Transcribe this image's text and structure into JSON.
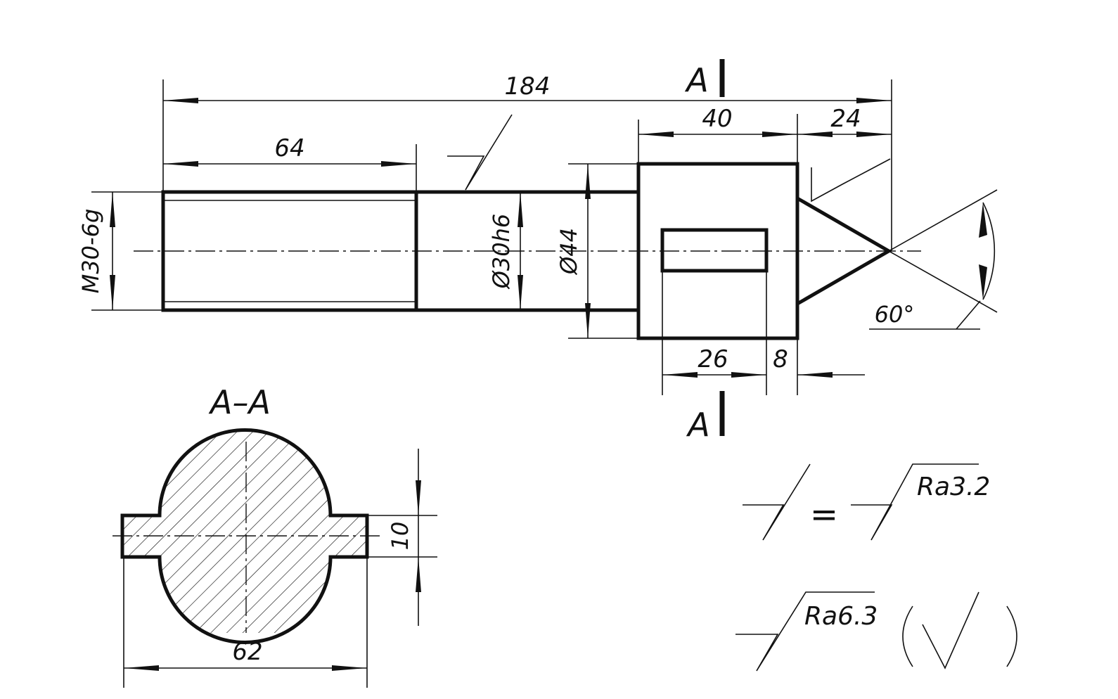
{
  "drawing": {
    "dimensions": {
      "overall_length": "184",
      "thread_length": "64",
      "head_length": "40",
      "tip_length": "24",
      "thread_spec": "M30-6g",
      "shaft_diameter": "Ø30h6",
      "head_diameter": "Ø44",
      "slot_length": "26",
      "slot_offset": "8",
      "tip_angle": "60°"
    },
    "section": {
      "cutting_plane_label_top": "A",
      "cutting_plane_label_bottom": "A",
      "title": "A–A",
      "width": "62",
      "flat_thickness": "10"
    },
    "roughness": {
      "note_value": "Ra3.2",
      "note_equals": "=",
      "general_value": "Ra6.3"
    },
    "colors": {
      "ink": "#111111",
      "paper": "#ffffff"
    }
  }
}
